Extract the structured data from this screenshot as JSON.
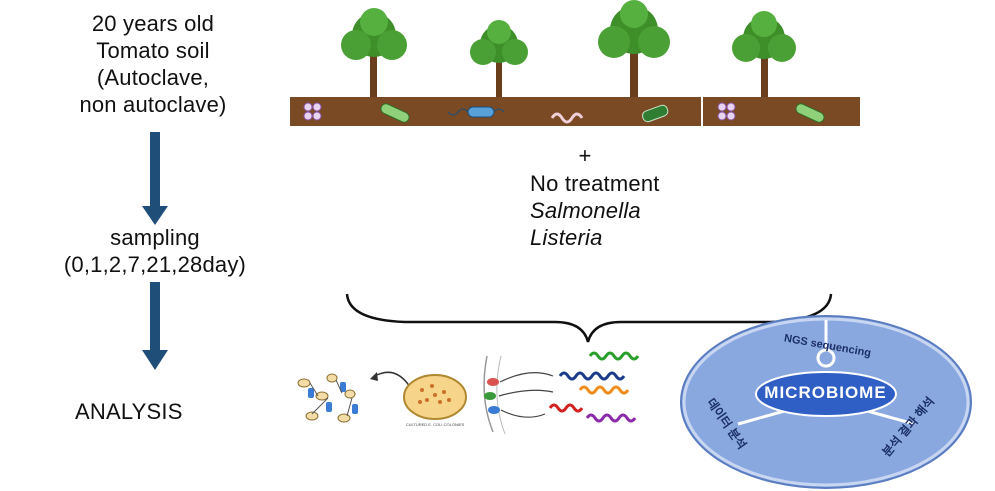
{
  "soil_label": {
    "lines": [
      "20 years old",
      "Tomato soil",
      "(Autoclave,",
      "non autoclave)"
    ]
  },
  "sampling": {
    "label": "sampling",
    "days": "(0,1,2,7,21,28day)"
  },
  "analysis_label": "ANALYSIS",
  "treatment": {
    "plus": "+",
    "items": [
      "No treatment",
      "Salmonella",
      "Listeria"
    ]
  },
  "plate_caption": "CULTURED E. COLI COLONIES",
  "puzzle": {
    "top": "NGS sequencing",
    "center": "MICROBIOME",
    "left": "데이터 분석",
    "right": "분석 결과 해석"
  },
  "colors": {
    "arrow": "#1f4e79",
    "soil": "#7a4a24",
    "puzzle": "#7d9cd6",
    "tree_green": "#3e8e2a"
  }
}
